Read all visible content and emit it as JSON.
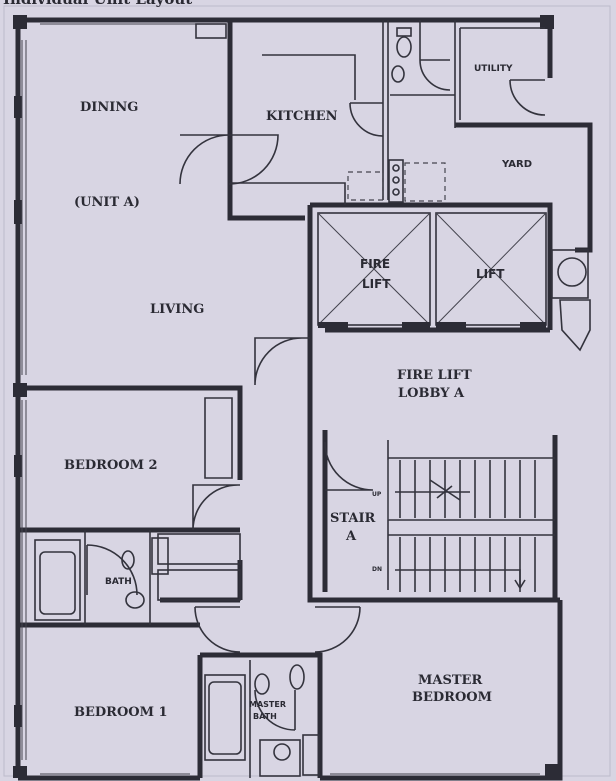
{
  "header_title": "Individual Unit Layout",
  "rooms": {
    "dining": "DINING",
    "unit": "(UNIT A)",
    "living": "LIVING",
    "kitchen": "KITCHEN",
    "utility": "UTILITY",
    "yard": "YARD",
    "fire_lift_1": "FIRE",
    "fire_lift_2": "LIFT",
    "lift": "LIFT",
    "lobby_1": "FIRE LIFT",
    "lobby_2": "LOBBY A",
    "bedroom2": "BEDROOM 2",
    "bath": "BATH",
    "stair_1": "STAIR",
    "stair_2": "A",
    "stair_up": "UP",
    "stair_dn": "DN",
    "master_1": "MASTER",
    "master_2": "BEDROOM",
    "bedroom1": "BEDROOM 1",
    "master_bath_1": "MASTER",
    "master_bath_2": "BATH"
  }
}
